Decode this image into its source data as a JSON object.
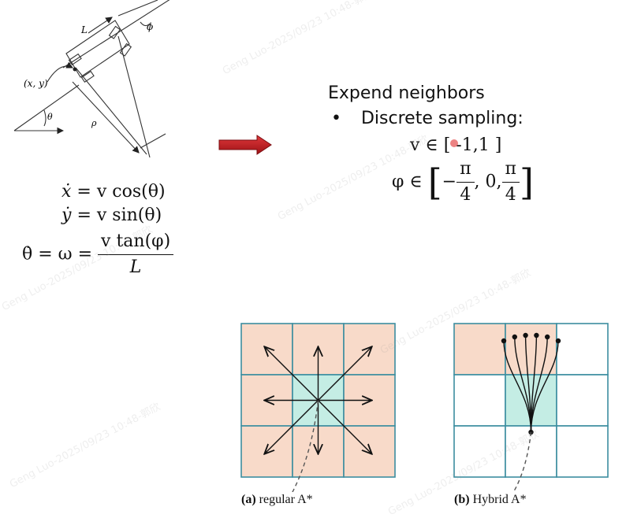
{
  "vehicle_figure": {
    "label_L": "L",
    "label_phi": "ϕ",
    "label_xy": "(x, y)",
    "label_theta": "θ",
    "label_rho": "ρ"
  },
  "equations": {
    "xdot_lhs": "ẋ",
    "xdot_rhs": "= v cos(θ)",
    "ydot_lhs": "ẏ",
    "ydot_rhs": "= v sin(θ)",
    "thetadot_lhs": "θ̇ = ω =",
    "thetadot_num": "v tan(φ)",
    "thetadot_den": "L"
  },
  "arrow": {
    "color": "#c0171b"
  },
  "neighbors": {
    "heading": "Expend neighbors",
    "bullet_marker": "•",
    "bullet_text": "Discrete sampling:",
    "v_set": "v ∈ [ -1,1 ]",
    "phi_prefix": "φ ∈",
    "phi_minus": "−",
    "phi_pi1": "π",
    "phi_den1": "4",
    "phi_mid": ", 0,",
    "phi_pi2": "π",
    "phi_den2": "4"
  },
  "grids": {
    "colors": {
      "orange": "#f8dac9",
      "teal": "#c4ede4",
      "line": "#3c8ea0"
    },
    "regular_caption_bold": "(a)",
    "regular_caption": " regular A*",
    "hybrid_caption_bold": "(b)",
    "hybrid_caption": " Hybrid A*"
  },
  "watermark": "Geng Luo-2025/09/23  10:48-郭欣"
}
